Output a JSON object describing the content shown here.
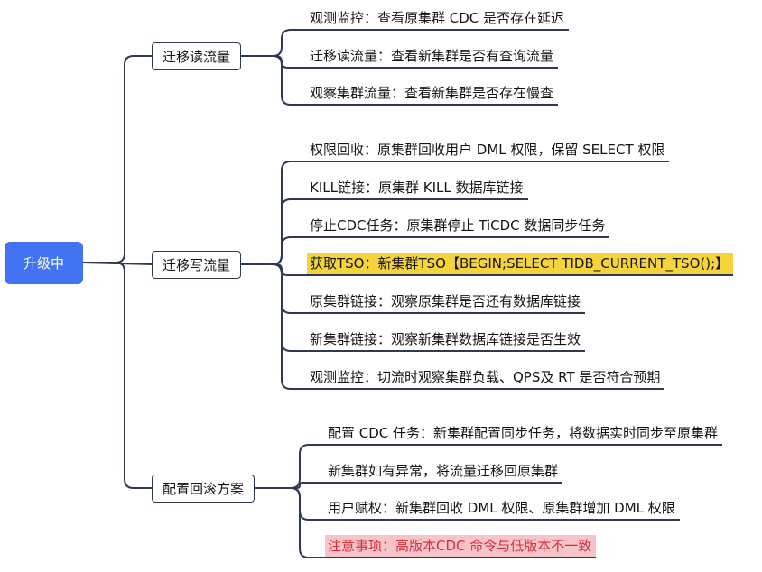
{
  "root": {
    "label": "升级中"
  },
  "colors": {
    "line": "#2f3a52",
    "root_bg": "#4173f2",
    "highlight_yellow": "#f5d33b",
    "highlight_pink": "#f7c4ca",
    "highlight_text_red": "#d32f3a"
  },
  "branches": [
    {
      "label": "迁移读流量",
      "children": [
        {
          "text": "观测监控：查看原集群 CDC 是否存在延迟"
        },
        {
          "text": "迁移读流量：查看新集群是否有查询流量"
        },
        {
          "text": "观察集群流量：查看新集群是否存在慢查"
        }
      ]
    },
    {
      "label": "迁移写流量",
      "children": [
        {
          "text": "权限回收：原集群回收用户 DML 权限，保留 SELECT 权限"
        },
        {
          "text": "KILL链接：原集群 KILL 数据库链接"
        },
        {
          "text": "停止CDC任务：原集群停止 TiCDC 数据同步任务"
        },
        {
          "text": "获取TSO：新集群TSO【BEGIN;SELECT TIDB_CURRENT_TSO();】",
          "highlight": "yellow"
        },
        {
          "text": "原集群链接：观察原集群是否还有数据库链接"
        },
        {
          "text": "新集群链接：观察新集群数据库链接是否生效"
        },
        {
          "text": "观测监控：切流时观察集群负载、QPS及 RT 是否符合预期"
        }
      ]
    },
    {
      "label": "配置回滚方案",
      "children": [
        {
          "text": "配置 CDC 任务：新集群配置同步任务，将数据实时同步至原集群"
        },
        {
          "text": "新集群如有异常，将流量迁移回原集群"
        },
        {
          "text": "用户赋权：新集群回收 DML 权限、原集群增加 DML 权限"
        },
        {
          "text": "注意事项：高版本CDC 命令与低版本不一致",
          "highlight": "pink"
        }
      ]
    }
  ]
}
